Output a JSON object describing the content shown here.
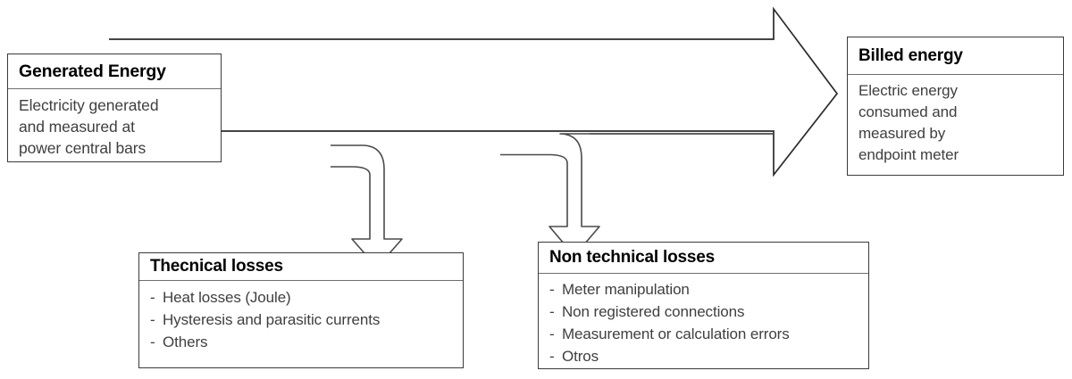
{
  "diagram": {
    "type": "flow-diagram",
    "title_visible": false,
    "colors": {
      "stroke": "#3a3a3a",
      "title_text": "#000000",
      "body_text": "#3f3f3f",
      "background": "#ffffff"
    },
    "nodes": {
      "generated_energy": {
        "title": "Generated Energy",
        "body_lines": [
          "Electricity generated",
          "and measured at",
          "power central bars"
        ]
      },
      "billed_energy": {
        "title": "Billed energy",
        "body_lines": [
          "Electric energy",
          "consumed and",
          "measured by",
          "endpoint meter"
        ]
      },
      "technical_losses": {
        "title": "Thecnical losses",
        "bullet_marker": "-",
        "bullets": [
          "Heat losses (Joule)",
          "Hysteresis and parasitic currents",
          "Others"
        ]
      },
      "nontechnical_losses": {
        "title": "Non technical losses",
        "bullet_marker": "-",
        "bullets": [
          "Meter manipulation",
          "Non registered connections",
          "Measurement or calculation errors",
          "Otros"
        ]
      }
    },
    "connectors": [
      {
        "name": "main-flow-arrow",
        "icon": "block-arrow-right-icon",
        "from": "generated_energy",
        "to": "billed_energy"
      },
      {
        "name": "technical-losses-branch-arrow",
        "icon": "elbow-arrow-down-icon",
        "from": "main-flow-arrow",
        "to": "technical_losses"
      },
      {
        "name": "nontechnical-losses-branch-arrow",
        "icon": "elbow-arrow-down-icon",
        "from": "main-flow-arrow",
        "to": "nontechnical_losses"
      }
    ]
  }
}
